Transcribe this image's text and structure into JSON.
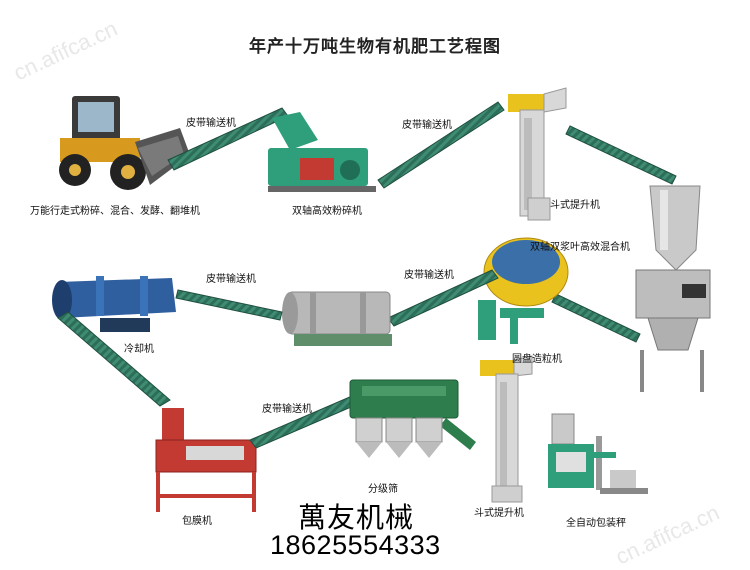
{
  "title": "年产十万吨生物有机肥工艺程图",
  "labels": {
    "loader": "万能行走式粉碎、混合、发酵、翻堆机",
    "belt1": "皮带输送机",
    "crusher": "双轴高效粉碎机",
    "belt2": "皮带输送机",
    "elevator1": "斗式提升机",
    "mixer": "双轴双浆叶高效混合机",
    "granulator": "圆盘造粒机",
    "belt3": "皮带输送机",
    "belt4": "皮带输送机",
    "cooler": "冷却机",
    "belt5": "皮带输送机",
    "coater": "包膜机",
    "screener": "分级筛",
    "elevator2": "斗式提升机",
    "packer": "全自动包装秤"
  },
  "brand": "萬友机械",
  "phone": "18625554333",
  "watermark": "cn.afifca.cn",
  "colors": {
    "belt": "#2c6e5a",
    "elevator": "#d8d8d8",
    "accent_yellow": "#e9c21e",
    "dryer": "#2f5f9e",
    "crusher": "#2f9e7a",
    "screener": "#2d7d4d",
    "coater": "#c23a32"
  }
}
